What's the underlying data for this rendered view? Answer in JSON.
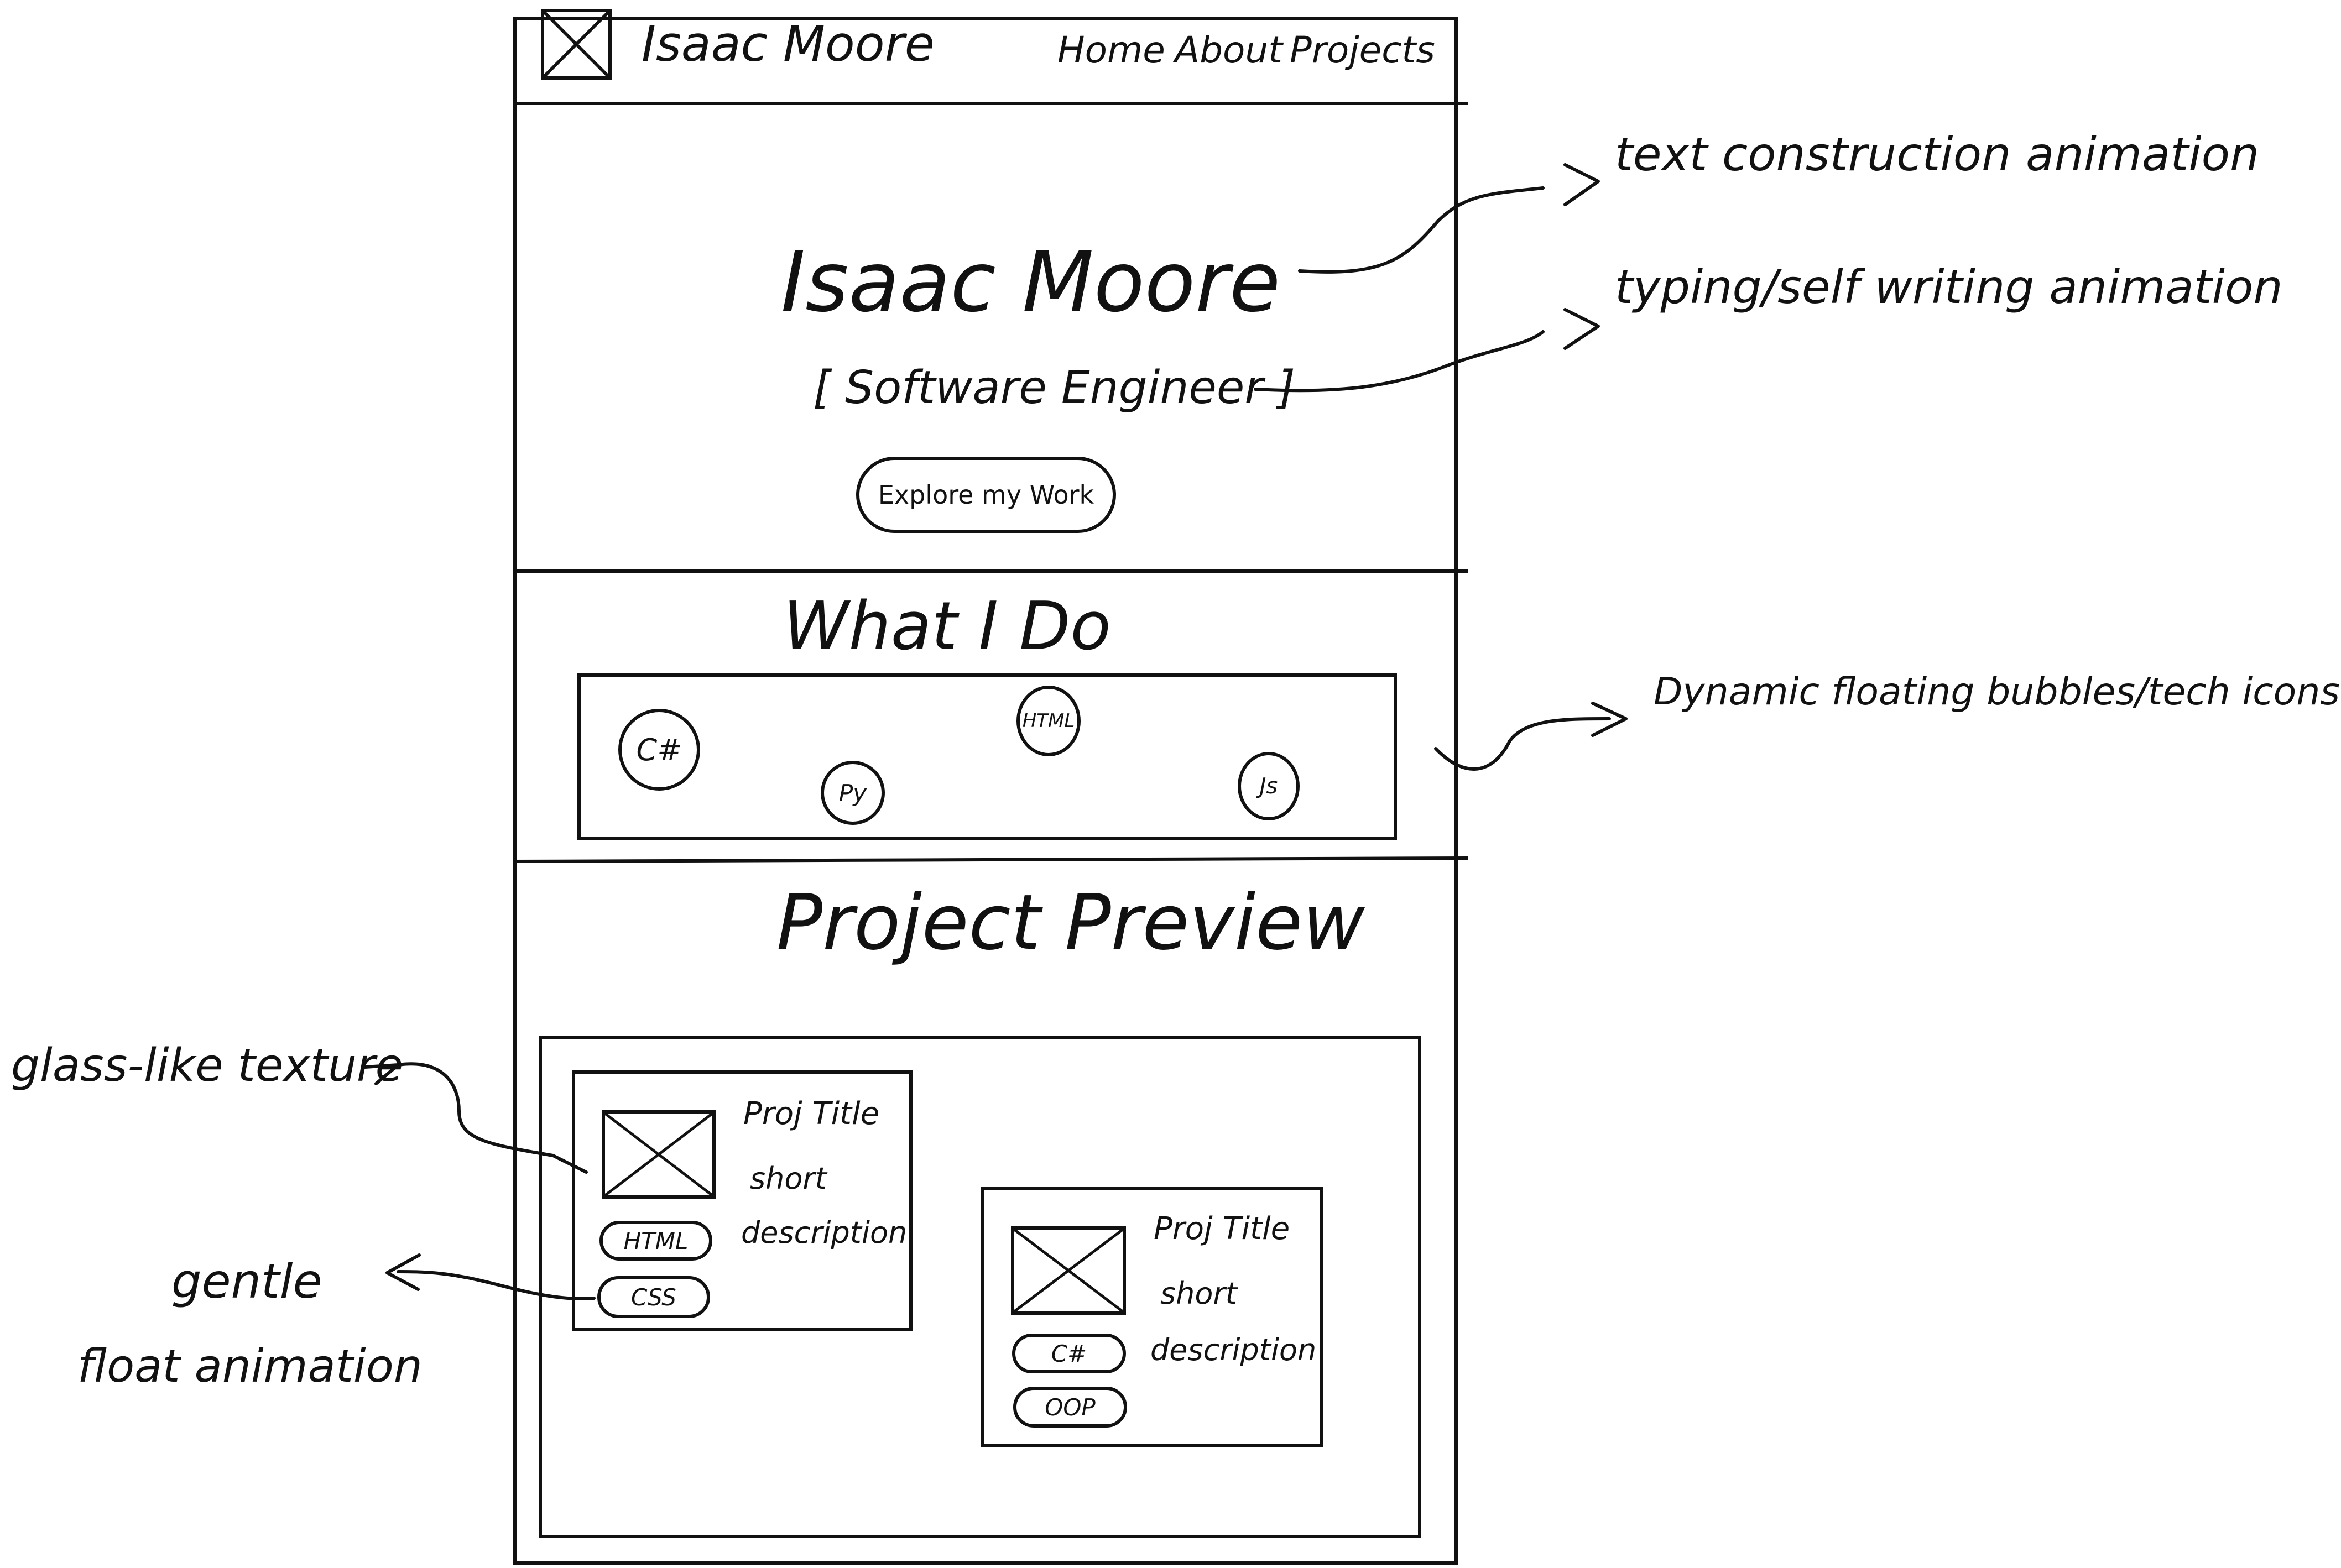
{
  "nav": {
    "brand": "Isaac Moore",
    "links": [
      "Home",
      "About",
      "Projects"
    ]
  },
  "hero": {
    "name": "Isaac Moore",
    "subtitle": "[ Software Engineer ]",
    "cta": "Explore my Work"
  },
  "what_i_do": {
    "heading": "What I Do",
    "bubbles": [
      "C#",
      "HTML",
      "Py",
      "Js"
    ]
  },
  "projects": {
    "heading": "Project Preview",
    "cards": [
      {
        "title": "Proj Title",
        "desc_line1": "short",
        "desc_line2": "description",
        "tags": [
          "HTML",
          "CSS"
        ]
      },
      {
        "title": "Proj Title",
        "desc_line1": "short",
        "desc_line2": "description",
        "tags": [
          "C#",
          "OOP"
        ]
      }
    ]
  },
  "annotations": {
    "name_anim": "text construction animation",
    "subtitle_anim": "typing/self writing animation",
    "bubbles_anim": "Dynamic floating bubbles/tech icons",
    "glass": "glass-like texture",
    "float_line1": "gentle",
    "float_line2": "float animation"
  }
}
